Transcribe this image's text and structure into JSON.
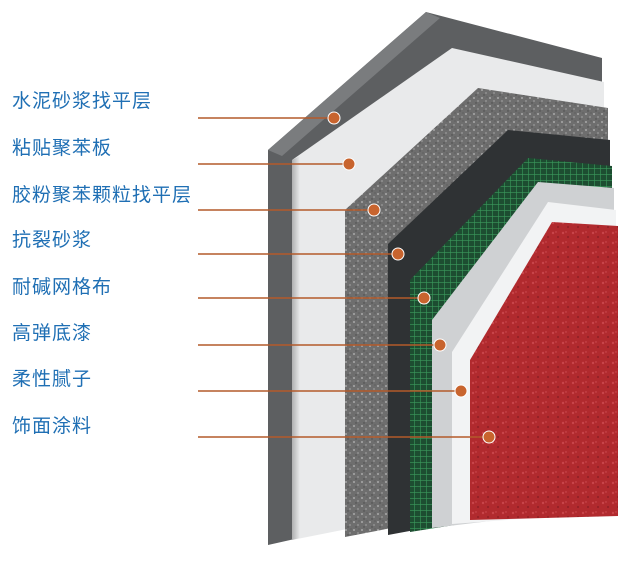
{
  "layers": [
    {
      "label": "水泥砂浆找平层"
    },
    {
      "label": "粘贴聚苯板"
    },
    {
      "label": "胶粉聚苯颗粒找平层"
    },
    {
      "label": "抗裂砂浆"
    },
    {
      "label": "耐碱网格布"
    },
    {
      "label": "高弹底漆"
    },
    {
      "label": "柔性腻子"
    },
    {
      "label": "饰面涂料"
    }
  ]
}
